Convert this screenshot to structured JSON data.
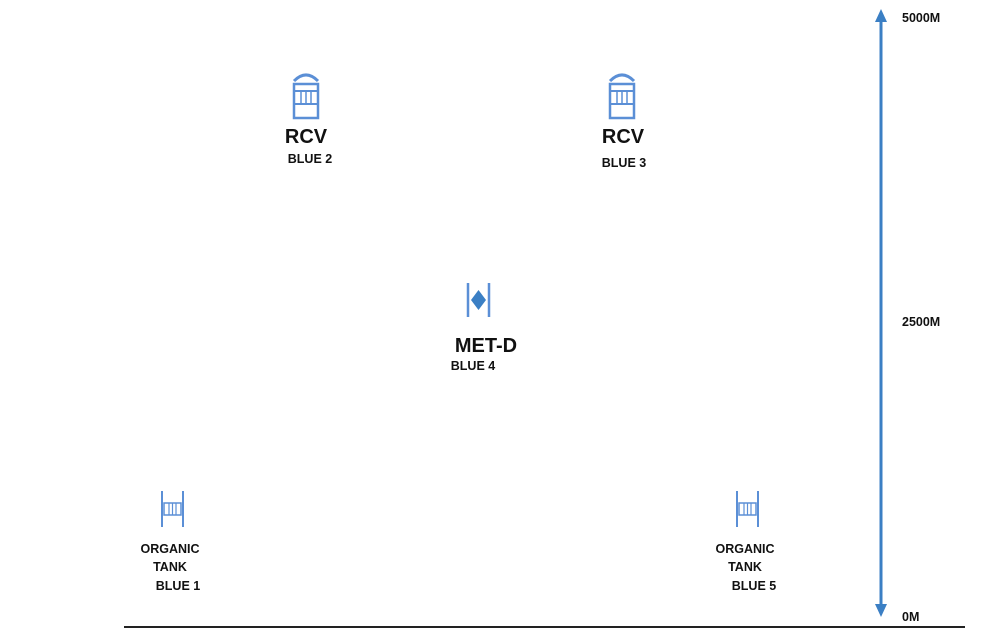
{
  "colors": {
    "symbol": "#5b8fd6",
    "axis": "#3b7fc4",
    "ground": "#222222",
    "text": "#111111"
  },
  "scale": {
    "top_label": "5000M",
    "mid_label": "2500M",
    "bottom_label": "0M",
    "top_value_m": 5000,
    "mid_value_m": 2500,
    "bottom_value_m": 0
  },
  "units": [
    {
      "id": "rcv-blue-2",
      "symbol": "rcv-icon",
      "type_label": "RCV",
      "callsign": "BLUE 2"
    },
    {
      "id": "rcv-blue-3",
      "symbol": "rcv-icon",
      "type_label": "RCV",
      "callsign": "BLUE 3"
    },
    {
      "id": "met-d-blue-4",
      "symbol": "met-d-icon",
      "type_label": "MET-D",
      "callsign": "BLUE 4"
    },
    {
      "id": "organic-tank-blue-1",
      "symbol": "tank-icon",
      "label_line1": "ORGANIC",
      "label_line2": "TANK",
      "callsign": "BLUE 1"
    },
    {
      "id": "organic-tank-blue-5",
      "symbol": "tank-icon",
      "label_line1": "ORGANIC",
      "label_line2": "TANK",
      "callsign": "BLUE 5"
    }
  ]
}
